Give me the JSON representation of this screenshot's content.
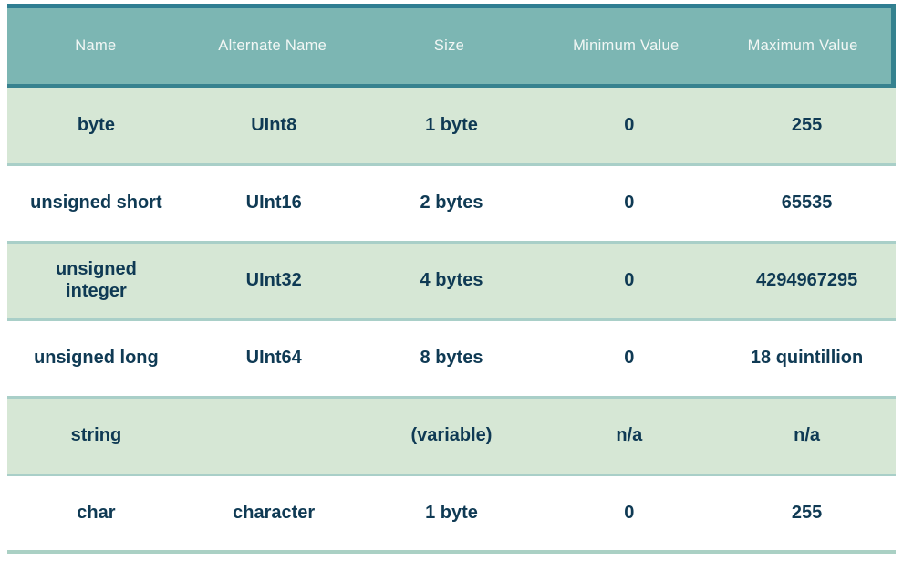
{
  "chart_data": {
    "type": "table",
    "columns": [
      "Name",
      "Alternate Name",
      "Size",
      "Minimum Value",
      "Maximum Value"
    ],
    "rows": [
      [
        "byte",
        "UInt8",
        "1 byte",
        "0",
        "255"
      ],
      [
        "unsigned short",
        "UInt16",
        "2 bytes",
        "0",
        "65535"
      ],
      [
        "unsigned integer",
        "UInt32",
        "4 bytes",
        "0",
        "4294967295"
      ],
      [
        "unsigned long",
        "UInt64",
        "8 bytes",
        "0",
        "18 quintillion"
      ],
      [
        "string",
        "",
        "(variable)",
        "n/a",
        "n/a"
      ],
      [
        "char",
        "character",
        "1 byte",
        "0",
        "255"
      ]
    ],
    "title": "",
    "legend_position": "none",
    "layout": "teal header row; body rows alternate pale-green and white; thin teal horizontal dividers between rows"
  },
  "colors": {
    "header_bg": "#7cb6b3",
    "header_text": "#f2f7f5",
    "header_border_top": "#2f7e92",
    "header_border_bottom": "#37828f",
    "row_green_bg": "#d6e7d5",
    "row_white_bg": "#ffffff",
    "row_divider": "#a9cfc8",
    "bottom_rule": "#aad0c4",
    "cell_text": "#0f3a54"
  }
}
